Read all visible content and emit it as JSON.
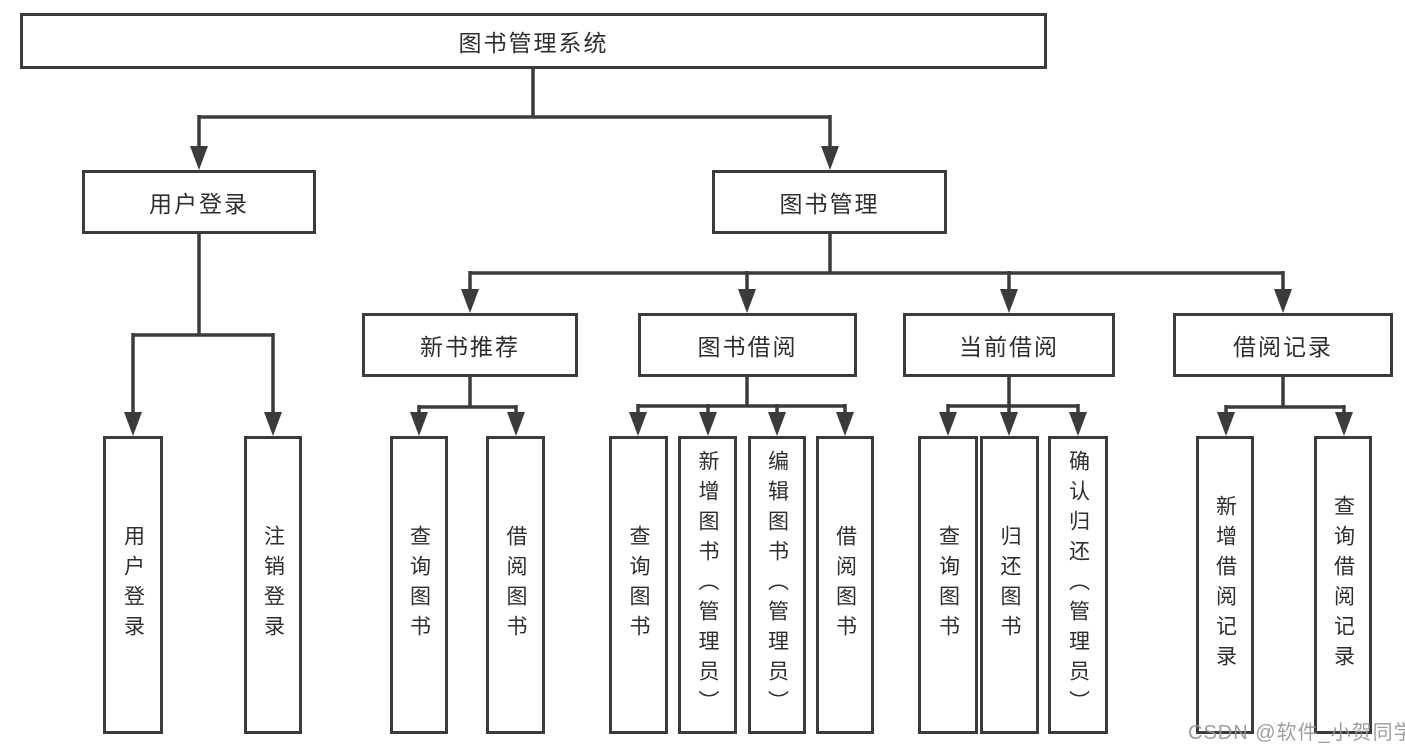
{
  "colors": {
    "line": "#3b3b3b",
    "box_border": "#3b3b3b",
    "box_fill": "#ffffff",
    "text": "#2e2e2e",
    "watermark": "#94969a"
  },
  "tree": {
    "label": "图书管理系统",
    "children": [
      {
        "label": "用户登录",
        "children": [
          {
            "label": "用户登录"
          },
          {
            "label": "注销登录"
          }
        ]
      },
      {
        "label": "图书管理",
        "children": [
          {
            "label": "新书推荐",
            "children": [
              {
                "label": "查询图书"
              },
              {
                "label": "借阅图书"
              }
            ]
          },
          {
            "label": "图书借阅",
            "children": [
              {
                "label": "查询图书"
              },
              {
                "label": "新增图书（管理员）"
              },
              {
                "label": "编辑图书（管理员）"
              },
              {
                "label": "借阅图书"
              }
            ]
          },
          {
            "label": "当前借阅",
            "children": [
              {
                "label": "查询图书"
              },
              {
                "label": "归还图书"
              },
              {
                "label": "确认归还（管理员）"
              }
            ]
          },
          {
            "label": "借阅记录",
            "children": [
              {
                "label": "新增借阅记录"
              },
              {
                "label": "查询借阅记录"
              }
            ]
          }
        ]
      }
    ]
  },
  "watermark": {
    "text": "CSDN @软件_小贺同学"
  }
}
